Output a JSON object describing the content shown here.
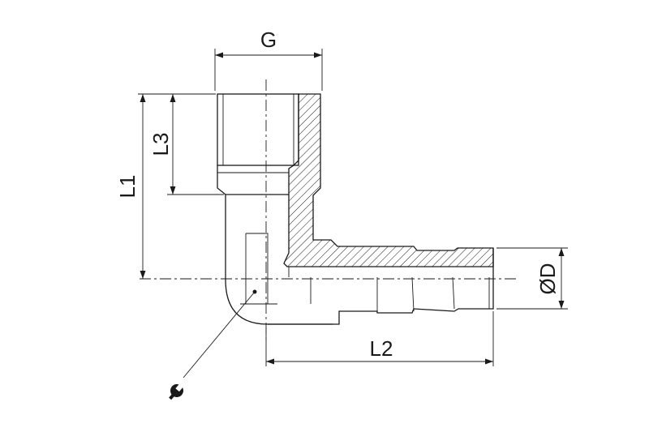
{
  "dimensions": {
    "g": "G",
    "l1": "L1",
    "l2": "L2",
    "l3": "L3",
    "od": "ØD"
  },
  "symbol": {
    "icon": "wrench-icon"
  },
  "colors": {
    "line": "#1a1a1a",
    "background": "#ffffff"
  }
}
